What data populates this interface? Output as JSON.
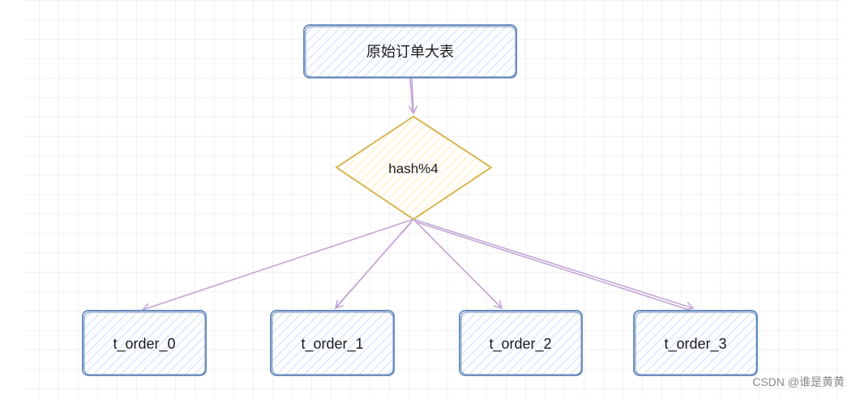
{
  "diagram": {
    "root": {
      "label": "原始订单大表"
    },
    "decision": {
      "label": "hash%4"
    },
    "tables": [
      {
        "label": "t_order_0"
      },
      {
        "label": "t_order_1"
      },
      {
        "label": "t_order_2"
      },
      {
        "label": "t_order_3"
      }
    ]
  },
  "colors": {
    "box_stroke": "#6c8ebf",
    "box_hatch": "#dae8fc",
    "diamond_stroke": "#d6b656",
    "diamond_hatch": "#fff2cc",
    "arrow": "#c3a6d6",
    "grid": "#e6e6e6"
  },
  "watermark": "CSDN @谁是黄黄"
}
